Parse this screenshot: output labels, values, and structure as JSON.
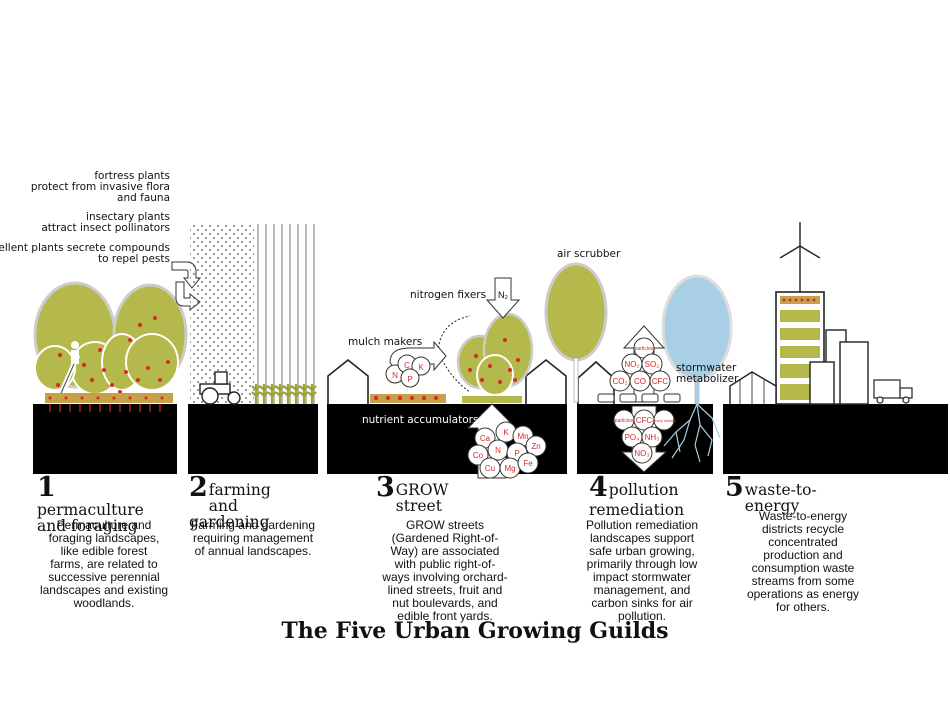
{
  "title": "The Five Urban Growing Guilds",
  "annotations": {
    "fortress": [
      "fortress plants",
      "protect from invasive flora",
      "and fauna"
    ],
    "insectary": [
      "insectary plants",
      "attract insect pollinators"
    ],
    "repellent": [
      "repellent plants secrete compounds",
      "to repel pests"
    ],
    "nitrogen_fixers": "nitrogen fixers",
    "mulch_makers": "mulch makers",
    "nutrient_accumulators": "nutrient accumulators",
    "air_scrubber": "air scrubber",
    "stormwater": [
      "stormwater",
      "metabolizer"
    ]
  },
  "chemicals": {
    "n2": "N₂",
    "mulch": [
      "N",
      "C",
      "K",
      "P"
    ],
    "nutrients": [
      "Ca",
      "K",
      "Mn",
      "Co",
      "N",
      "P",
      "Zn",
      "Cu",
      "Mg",
      "Fe"
    ],
    "air": [
      "particles",
      "NO₂",
      "SO₂",
      "CO₂",
      "CO",
      "CFC"
    ],
    "soil": [
      "particles",
      "CFC",
      "heavy metals",
      "PO₄",
      "NH₃",
      "NO₃"
    ]
  },
  "guilds": [
    {
      "number": "1",
      "name_lines": [
        "permaculture",
        "and foraging"
      ],
      "description_lines": [
        "Permaculture and",
        "foraging landscapes,",
        "like edible forest",
        "farms, are related to",
        "successive perennial",
        "landscapes and existing",
        "woodlands."
      ]
    },
    {
      "number": "2",
      "name_lines": [
        "farming and",
        "gardening"
      ],
      "description_lines": [
        "Farming and gardening",
        "requiring management",
        "of annual landscapes."
      ]
    },
    {
      "number": "3",
      "name_lines": [
        "GROW street"
      ],
      "description_lines": [
        "GROW streets",
        "(Gardened Right-of-",
        "Way) are associated",
        "with public right-of-",
        "ways involving orchard-",
        "lined streets, fruit and",
        "nut boulevards, and",
        "edible front yards."
      ]
    },
    {
      "number": "4",
      "name_lines": [
        "pollution",
        "remediation"
      ],
      "description_lines": [
        "Pollution remediation",
        "landscapes support",
        "safe urban growing,",
        "primarily through low",
        "impact stormwater",
        "management, and",
        "carbon sinks for air",
        "pollution."
      ]
    },
    {
      "number": "5",
      "name_lines": [
        "waste-to-energy"
      ],
      "description_lines": [
        "Waste-to-energy",
        "districts recycle",
        "concentrated",
        "production and",
        "consumption waste",
        "streams from some",
        "operations as energy",
        "for others."
      ]
    }
  ],
  "colors": {
    "foliage": "#b5b84a",
    "fruit": "#d42a2a",
    "water": "#a9cfe6",
    "ground": "#000000"
  }
}
